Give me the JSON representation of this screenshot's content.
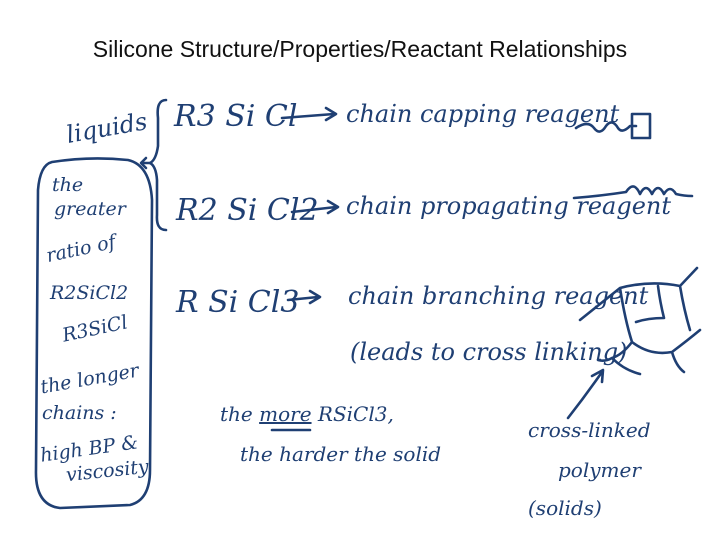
{
  "slide": {
    "title": "Silicone Structure/Properties/Reactant Relationships"
  },
  "rows": [
    {
      "formula": "R3 Si Cl",
      "reagent": "chain capping reagent"
    },
    {
      "formula": "R2 Si Cl2",
      "reagent": "chain propagating reagent"
    },
    {
      "formula": "R Si Cl3",
      "reagent": "chain branching reagent",
      "note": "(leads to cross linking)"
    }
  ],
  "left_notes": {
    "liquids": "liquids",
    "ratio_lines": [
      "the",
      "greater",
      "ratio of",
      "R2SiCl2",
      "R3SiCl"
    ],
    "result_lines": [
      "the longer",
      "chains :",
      "high BP &",
      "viscosity"
    ]
  },
  "bottom_note": {
    "line1_prefix": "the",
    "line1_emph": "more",
    "line1_suffix": "RSiCl3,",
    "line2": "the harder the solid"
  },
  "polymer_label": {
    "line1": "cross-linked",
    "line2": "polymer",
    "line3": "(solids)"
  },
  "ink_color": "#1f3f73"
}
